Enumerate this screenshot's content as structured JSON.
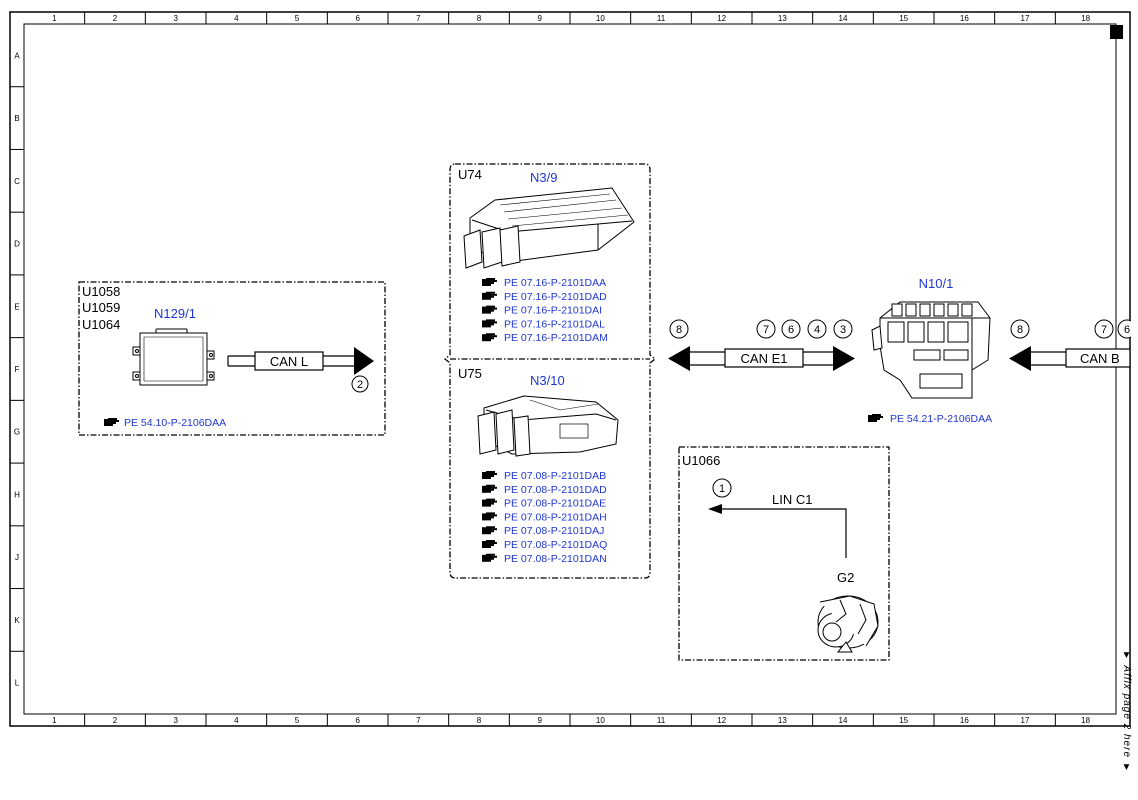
{
  "grid": {
    "columns": [
      "1",
      "2",
      "3",
      "4",
      "5",
      "6",
      "7",
      "8",
      "9",
      "10",
      "11",
      "12",
      "13",
      "14",
      "15",
      "16",
      "17",
      "18"
    ],
    "rows": [
      "A",
      "B",
      "C",
      "D",
      "E",
      "F",
      "G",
      "H",
      "J",
      "K",
      "L"
    ]
  },
  "groups": {
    "u1058": {
      "codes": [
        "U1058",
        "U1059",
        "U1064"
      ],
      "component": "N129/1",
      "bus_label": "CAN L",
      "connector": "2",
      "refs": [
        "PE 54.10-P-2106DAA"
      ]
    },
    "u74": {
      "code": "U74",
      "component": "N3/9",
      "refs": [
        "PE 07.16-P-2101DAA",
        "PE 07.16-P-2101DAD",
        "PE 07.16-P-2101DAI",
        "PE 07.16-P-2101DAL",
        "PE 07.16-P-2101DAM"
      ]
    },
    "u75": {
      "code": "U75",
      "component": "N3/10",
      "refs": [
        "PE 07.08-P-2101DAB",
        "PE 07.08-P-2101DAD",
        "PE 07.08-P-2101DAE",
        "PE 07.08-P-2101DAH",
        "PE 07.08-P-2101DAJ",
        "PE 07.08-P-2101DAQ",
        "PE 07.08-P-2101DAN"
      ]
    },
    "can_e1": {
      "bus_label": "CAN E1",
      "left_connector": "8",
      "right_connectors": [
        "7",
        "6",
        "4",
        "3"
      ]
    },
    "n10": {
      "component": "N10/1",
      "refs": [
        "PE 54.21-P-2106DAA"
      ]
    },
    "can_b": {
      "bus_label": "CAN B",
      "left_connector": "8",
      "right_connectors": [
        "7",
        "6"
      ]
    },
    "u1066": {
      "code": "U1066",
      "bus_label": "LIN C1",
      "connector": "1",
      "component": "G2"
    }
  },
  "footer_note": "▼ Affix page 2 here ▼",
  "colors": {
    "reference": "#1f36d6",
    "line": "#000000"
  },
  "icons": {
    "reference": "pointing-hand-icon"
  }
}
